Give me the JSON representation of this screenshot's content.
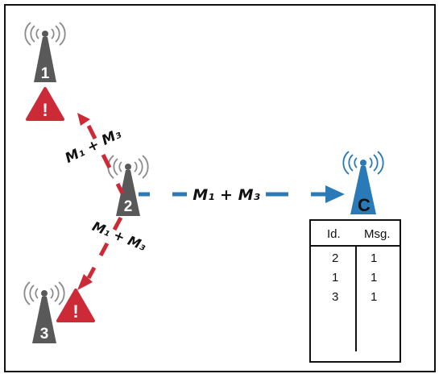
{
  "nodes": {
    "node1": {
      "label": "1",
      "color": "#595959"
    },
    "node2": {
      "label": "2",
      "color": "#595959"
    },
    "node3": {
      "label": "3",
      "color": "#595959"
    },
    "coordinator": {
      "label": "C",
      "color": "#2a7ab8"
    }
  },
  "alerts": {
    "color": "#cc2a36",
    "symbol": "!"
  },
  "messages": {
    "to_c": "M₁ + M₃",
    "to_1": "M₁ + M₃",
    "to_3": "M₁ + M₃"
  },
  "table": {
    "headers": [
      "Id.",
      "Msg."
    ],
    "rows": [
      [
        "2",
        "1"
      ],
      [
        "1",
        "1"
      ],
      [
        "3",
        "1"
      ]
    ]
  },
  "colors": {
    "blue": "#2a7ab8",
    "red": "#cc2a36",
    "gray": "#595959"
  }
}
